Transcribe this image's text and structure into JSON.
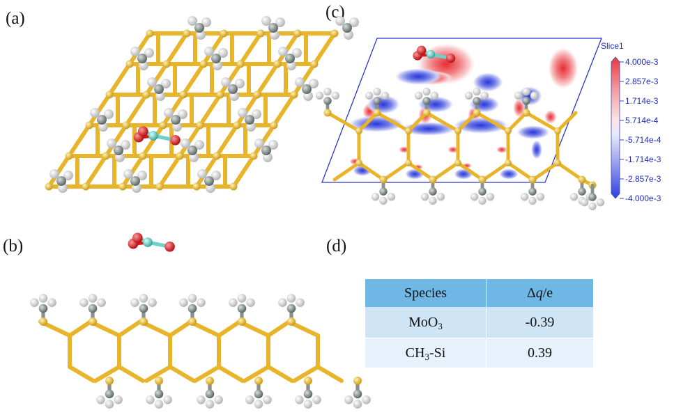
{
  "panels": {
    "a": "(a)",
    "b": "(b)",
    "c": "(c)",
    "d": "(d)"
  },
  "colorbar": {
    "title": "Slice1",
    "ticks": [
      "4.000e-3",
      "2.857e-3",
      "1.714e-3",
      "5.714e-4",
      "-5.714e-4",
      "-1.714e-3",
      "-2.857e-3",
      "-4.000e-3"
    ],
    "colors": [
      "#e8383c",
      "#f28383",
      "#f6b3b5",
      "#fbe0e0",
      "#ffffff",
      "#dcdcf5",
      "#9fa6ec",
      "#5d68e3",
      "#2e3fe0"
    ]
  },
  "atom_colors": {
    "si": "#e8b52a",
    "c": "#7d8a88",
    "h": "#f2f2f2",
    "o": "#d8191c",
    "mo": "#6fd2c9"
  },
  "table": {
    "header": {
      "species": "Species",
      "delta": "Δ",
      "q": "q",
      "unit": "/e"
    },
    "rows": [
      {
        "species_main": "MoO",
        "species_sub": "3",
        "species_rest": "",
        "value": "-0.39"
      },
      {
        "species_main": "CH",
        "species_sub": "3",
        "species_rest": "-Si",
        "value": "0.39"
      }
    ]
  }
}
